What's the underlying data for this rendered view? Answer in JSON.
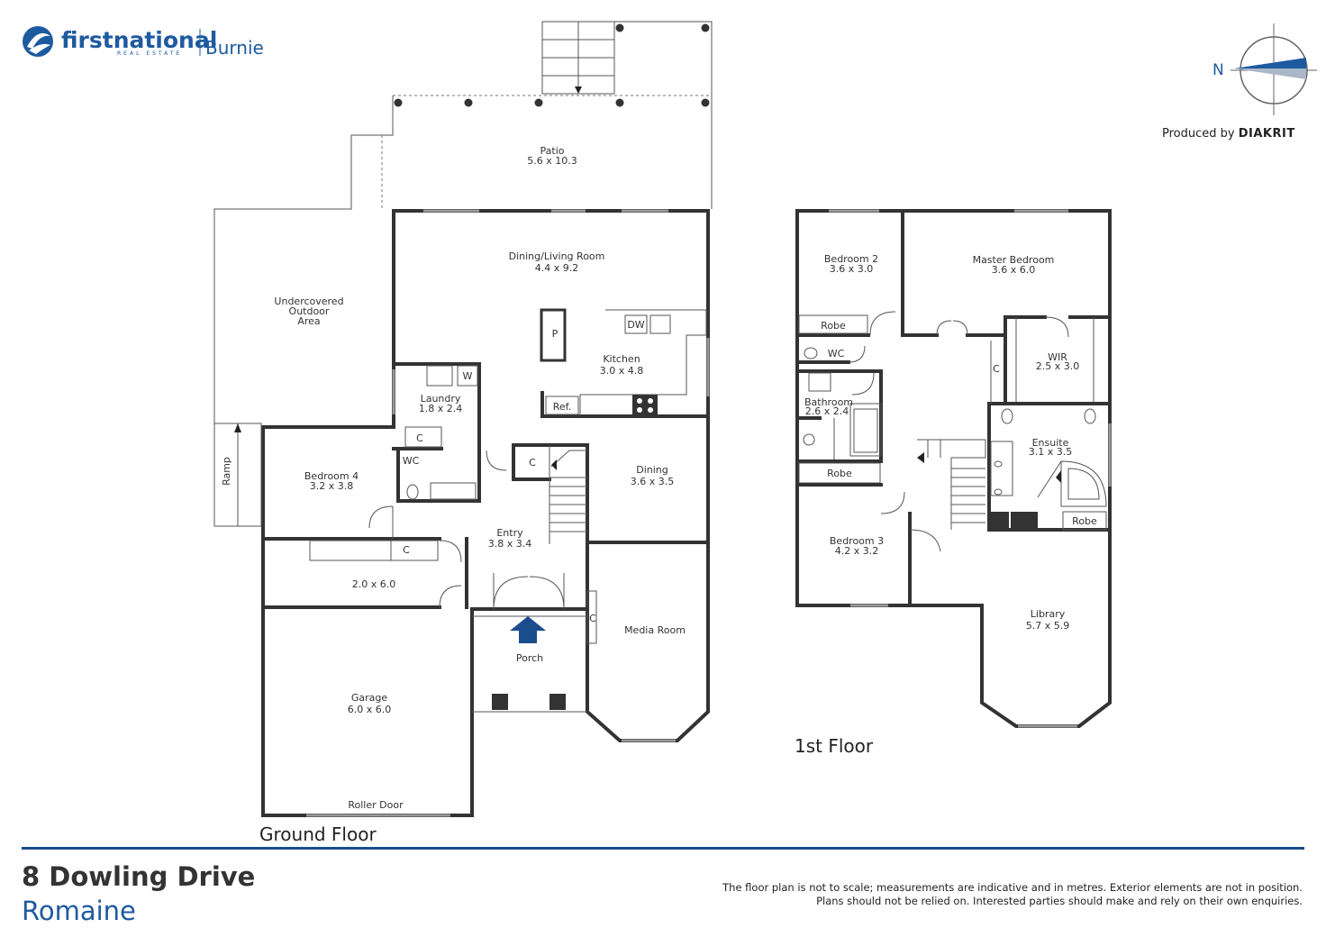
{
  "branding": {
    "logo_word": "firstnational",
    "logo_sub": "REAL ESTATE",
    "branch": "Burnie",
    "producer_prefix": "Produced by",
    "producer_name": "DIAKRIT",
    "north_label": "N"
  },
  "ground_floor": {
    "title": "Ground Floor",
    "rooms": [
      {
        "key": "patio",
        "name": "Patio",
        "size": "5.6 x 10.3"
      },
      {
        "key": "outdoor",
        "name": "Undercovered",
        "name2": "Outdoor",
        "name3": "Area"
      },
      {
        "key": "dining_living",
        "name": "Dining/Living Room",
        "size": "4.4 x 9.2"
      },
      {
        "key": "kitchen",
        "name": "Kitchen",
        "size": "3.0 x 4.8"
      },
      {
        "key": "laundry",
        "name": "Laundry",
        "size": "1.8 x 2.4"
      },
      {
        "key": "bedroom4",
        "name": "Bedroom 4",
        "size": "3.2 x 3.8"
      },
      {
        "key": "dining",
        "name": "Dining",
        "size": "3.6 x 3.5"
      },
      {
        "key": "entry",
        "name": "Entry",
        "size": "3.8 x 3.4"
      },
      {
        "key": "store",
        "name": "",
        "size": "2.0 x 6.0"
      },
      {
        "key": "media",
        "name": "Media Room"
      },
      {
        "key": "porch",
        "name": "Porch"
      },
      {
        "key": "garage",
        "name": "Garage",
        "size": "6.0 x 6.0"
      }
    ],
    "fixtures": {
      "dw": "DW",
      "p": "P",
      "ref": "Ref.",
      "w": "W",
      "c": "C",
      "wc": "WC",
      "ramp": "Ramp",
      "roller_door": "Roller Door"
    }
  },
  "first_floor": {
    "title": "1st Floor",
    "rooms": [
      {
        "key": "bedroom2",
        "name": "Bedroom 2",
        "size": "3.6 x 3.0"
      },
      {
        "key": "master",
        "name": "Master Bedroom",
        "size": "3.6 x 6.0"
      },
      {
        "key": "wir",
        "name": "WIR",
        "size": "2.5 x 3.0"
      },
      {
        "key": "bathroom",
        "name": "Bathroom",
        "size": "2.6 x 2.4"
      },
      {
        "key": "ensuite",
        "name": "Ensuite",
        "size": "3.1 x 3.5"
      },
      {
        "key": "bedroom3",
        "name": "Bedroom 3",
        "size": "4.2 x 3.2"
      },
      {
        "key": "library",
        "name": "Library",
        "size": "5.7 x 5.9"
      }
    ],
    "fixtures": {
      "robe": "Robe",
      "wc": "WC",
      "c": "C"
    }
  },
  "address": {
    "street": "8 Dowling Drive",
    "suburb": "Romaine"
  },
  "disclaimer": {
    "line1": "The floor plan is not to scale; measurements are indicative and in metres. Exterior elements are not in position.",
    "line2": "Plans should not be relied on. Interested parties should make and rely on their own enquiries."
  },
  "colors": {
    "brand_blue": "#1e5aa0",
    "wall": "#333333",
    "entry_arrow": "#1a4d8c"
  }
}
